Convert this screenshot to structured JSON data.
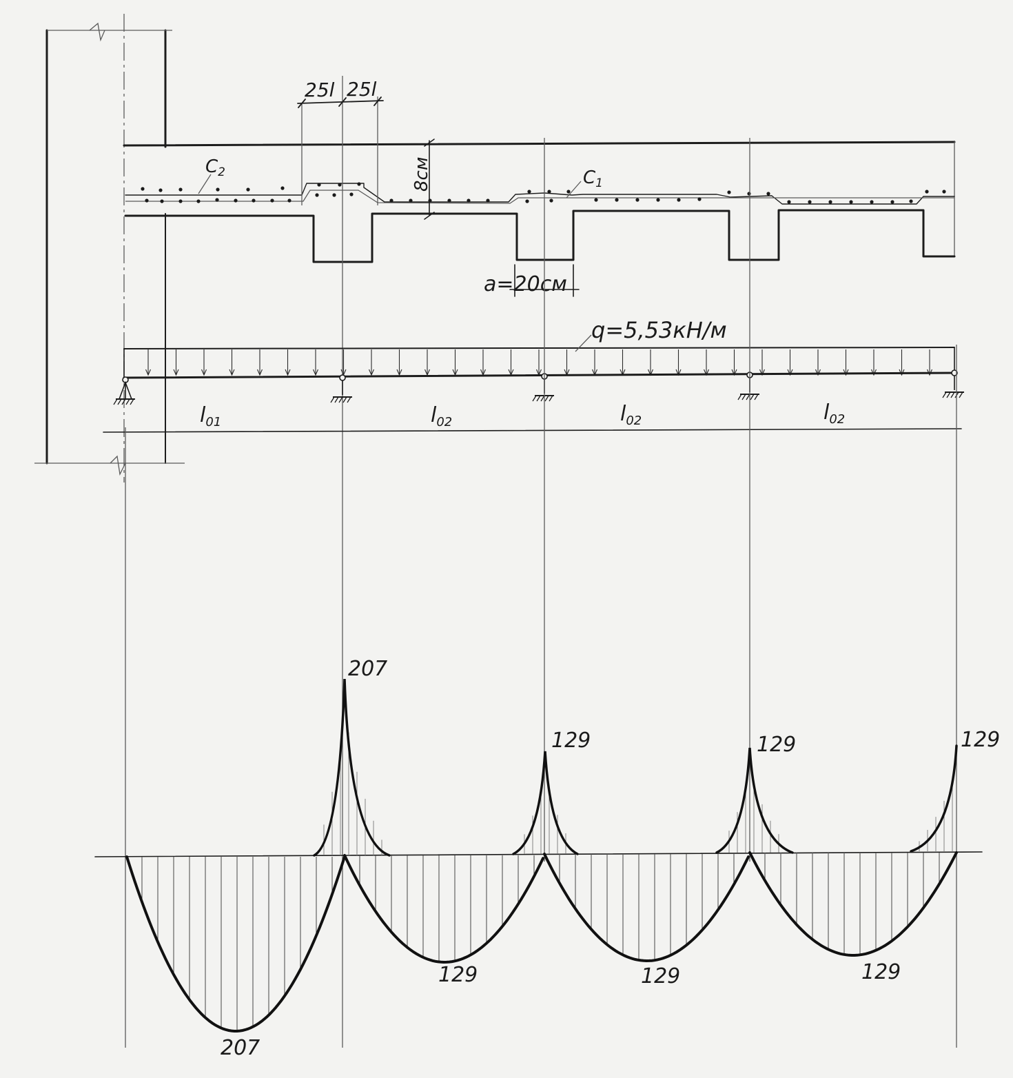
{
  "rebar": {
    "c2": "C",
    "c2_sub": "2",
    "c1": "C",
    "c1_sub": "1"
  },
  "dimensions": {
    "anchor_left": "25l",
    "anchor_right": "25l",
    "slab_depth": "8см",
    "beam_width": "a=20см"
  },
  "load": {
    "label": "q=5,53кН/м"
  },
  "spans": [
    {
      "label": "l",
      "sub": "01"
    },
    {
      "label": "l",
      "sub": "02"
    },
    {
      "label": "l",
      "sub": "02"
    },
    {
      "label": "l",
      "sub": "02"
    }
  ],
  "moment_diagram": {
    "support_values": [
      "207",
      "129",
      "129",
      "129"
    ],
    "span_values": [
      "207",
      "129",
      "129",
      "129"
    ]
  }
}
